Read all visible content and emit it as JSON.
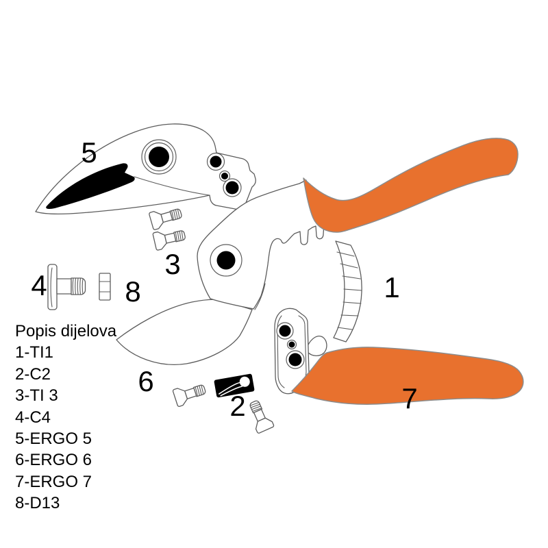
{
  "diagram": {
    "labels": {
      "1": "1",
      "2": "2",
      "3": "3",
      "4": "4",
      "5": "5",
      "6": "6",
      "7": "7",
      "8": "8"
    }
  },
  "parts_list": {
    "title": "Popis dijelova",
    "items": [
      "1-TI1",
      "2-C2",
      "3-TI 3",
      "4-C4",
      "5-ERGO 5",
      "6-ERGO 6",
      "7-ERGO 7",
      "8-D13"
    ]
  },
  "colors": {
    "handle_orange": "#E8712E",
    "orange_outline": "#8C8C8C",
    "outline_gray": "#5C5C5C",
    "part_black": "#000000",
    "text_color": "#000000",
    "background": "#FFFFFF"
  }
}
